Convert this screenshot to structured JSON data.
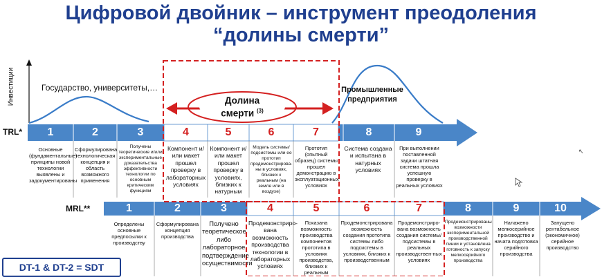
{
  "title": {
    "line1": "Цифровой двойник – инструмент преодоления",
    "line2": "“долины смерти”"
  },
  "axis": {
    "y_label": "Инвестиции"
  },
  "curves": {
    "left_label": "Государство, университеты,…",
    "right_label_line1": "Промышленные",
    "right_label_line2": "предприятия"
  },
  "valley": {
    "line1": "Долина",
    "line2": "смерти",
    "note": "(3)"
  },
  "trl": {
    "label": "TRL*",
    "levels": [
      {
        "num": "1",
        "desc": "Основные (фундаментальные) принципы новой технологии выявлены и задокументированы"
      },
      {
        "num": "2",
        "desc": "Сформулирована технологическая концепция и область возможного применения"
      },
      {
        "num": "3",
        "desc": "Получены теоретические и/или экспериментальные доказательства эффективности технологии по основным критическим функциям"
      },
      {
        "num": "4",
        "desc": "Компонент и/или макет прошел проверку в лабораторных условиях"
      },
      {
        "num": "5",
        "desc": "Компонент и/или макет прошел проверку в условиях, близких к натурным"
      },
      {
        "num": "6",
        "desc": "Модель системы/ подсистемы или ее прототип продемонстрирова-ны в условиях, близких к реальным (на земле или в воздухе)"
      },
      {
        "num": "7",
        "desc": "Прототип (опытный образец) системы прошел демонстрацию в эксплуатационных условиях"
      },
      {
        "num": "8",
        "desc": "Система создана и испытана в натурных условиях"
      },
      {
        "num": "9",
        "desc": "При выполнении поставленной задачи штатная система прошла успешную проверку в реальных условиях"
      }
    ]
  },
  "mrl": {
    "label": "MRL**",
    "levels": [
      {
        "num": "1",
        "desc": "Определены основные предпосылки к производству"
      },
      {
        "num": "2",
        "desc": "Сформулирована концепция производства"
      },
      {
        "num": "3",
        "desc": "Получено теоретическое либо лабораторное подтверждение осуществимости"
      },
      {
        "num": "4",
        "desc": "Продемонстриро-вана возможность производства технологии в лабораторных условиях"
      },
      {
        "num": "5",
        "desc": "Показана возможность производства компонентов прототипа в условиях производства, близких к реальным"
      },
      {
        "num": "6",
        "desc": "Продемонстрирована возможность создания прототипа системы либо подсистемы в условиях, близких к производственным"
      },
      {
        "num": "7",
        "desc": "Продемонстриро-вана возможность создания системы/ подсистемы в реальных производствен-ных условиях"
      },
      {
        "num": "8",
        "desc": "Продемонстрированы возможности экспериментальной производственной линии и установлена готовность к запуску мелкосерийного производства"
      },
      {
        "num": "9",
        "desc": "Налажено мелкосерийное производство и начата подготовка серийного производства"
      },
      {
        "num": "10",
        "desc": "Запущено рентабельное (экономичное) серийное производство"
      }
    ]
  },
  "badge": {
    "text": "DT-1 & DT-2 = SDT"
  },
  "colors": {
    "title": "#1f3f8f",
    "arrow_bar": "#4a86c8",
    "accent_red": "#d42020",
    "curve": "#3a7cc8",
    "badge_border": "#1f3f8f"
  }
}
